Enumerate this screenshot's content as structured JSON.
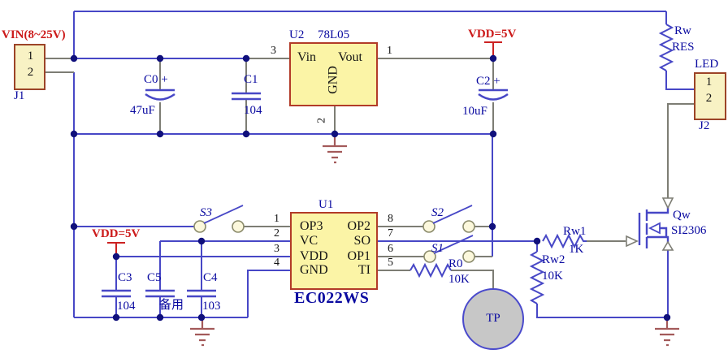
{
  "power": {
    "vin_label": "VIN(8~25V)",
    "vdd_label_top": "VDD=5V",
    "vdd_label_left": "VDD=5V"
  },
  "connectors": {
    "j1": {
      "ref": "J1",
      "pin1": "1",
      "pin2": "2"
    },
    "j2": {
      "ref": "J2",
      "title": "LED",
      "pin1": "1",
      "pin2": "2"
    }
  },
  "regulator": {
    "ref": "U2",
    "part": "78L05",
    "pin_in": "Vin",
    "pin_out": "Vout",
    "pin_gnd": "GND",
    "num_in": "3",
    "num_out": "1",
    "num_gnd": "2"
  },
  "mcu": {
    "ref": "U1",
    "part": "EC022WS",
    "left_pins": [
      {
        "num": "1",
        "name": "OP3"
      },
      {
        "num": "2",
        "name": "VC"
      },
      {
        "num": "3",
        "name": "VDD"
      },
      {
        "num": "4",
        "name": "GND"
      }
    ],
    "right_pins": [
      {
        "num": "8",
        "name": "OP2"
      },
      {
        "num": "7",
        "name": "SO"
      },
      {
        "num": "6",
        "name": "OP1"
      },
      {
        "num": "5",
        "name": "TI"
      }
    ]
  },
  "capacitors": {
    "c0": {
      "ref": "C0 +",
      "value": "47uF"
    },
    "c1": {
      "ref": "C1",
      "value": "104"
    },
    "c2": {
      "ref": "C2 +",
      "value": "10uF"
    },
    "c3": {
      "ref": "C3",
      "value": "104"
    },
    "c5": {
      "ref": "C5",
      "value": "备用"
    },
    "c4": {
      "ref": "C4",
      "value": "103"
    }
  },
  "resistors": {
    "rw": {
      "ref": "Rw",
      "value": "RES"
    },
    "rw1": {
      "ref": "Rw1",
      "value": "1K"
    },
    "rw2": {
      "ref": "Rw2",
      "value": "10K"
    },
    "r0": {
      "ref": "R0",
      "value": "10K"
    }
  },
  "switches": {
    "s1": "S1",
    "s2": "S2",
    "s3": "S3"
  },
  "transistor": {
    "ref": "Qw",
    "part": "SI2306"
  },
  "test_point": {
    "label": "TP"
  },
  "colors": {
    "wire": "#4747c6",
    "pin_wire": "#7d7d74",
    "junction": "#10107c",
    "label_blue": "#0a0aa0",
    "label_red": "#cc1a1a",
    "chip_fill": "#fbf4a6",
    "chip_border": "#b23b28",
    "ground": "#a35a5a",
    "tp_fill": "#c7c7c7"
  }
}
